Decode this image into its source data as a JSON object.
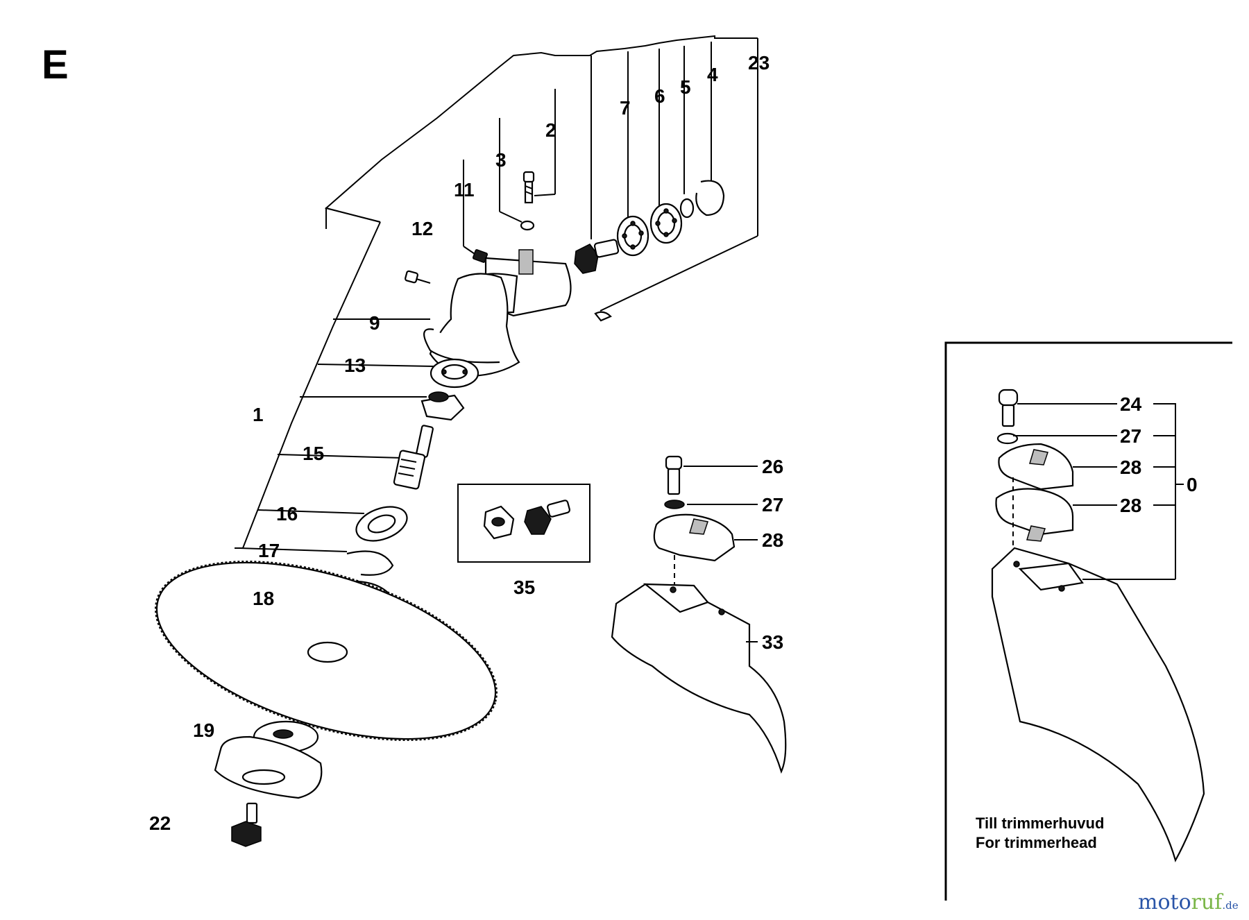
{
  "section_letter": "E",
  "callouts": {
    "c1": "1",
    "c2": "2",
    "c3": "3",
    "c4": "4",
    "c5": "5",
    "c6": "6",
    "c7": "7",
    "c9": "9",
    "c11": "11",
    "c12": "12",
    "c13": "13",
    "c15": "15",
    "c16": "16",
    "c17": "17",
    "c18": "18",
    "c19": "19",
    "c22": "22",
    "c23": "23",
    "c26": "26",
    "c27": "27",
    "c28": "28",
    "c33": "33",
    "c35": "35",
    "i24": "24",
    "i27": "27",
    "i28a": "28",
    "i28b": "28",
    "i0": "0"
  },
  "inset_note": {
    "line1": "Till trimmerhuvud",
    "line2": "For trimmerhead"
  },
  "watermark": {
    "part1": "moto",
    "part2": "ruf",
    "part3": ".de"
  }
}
